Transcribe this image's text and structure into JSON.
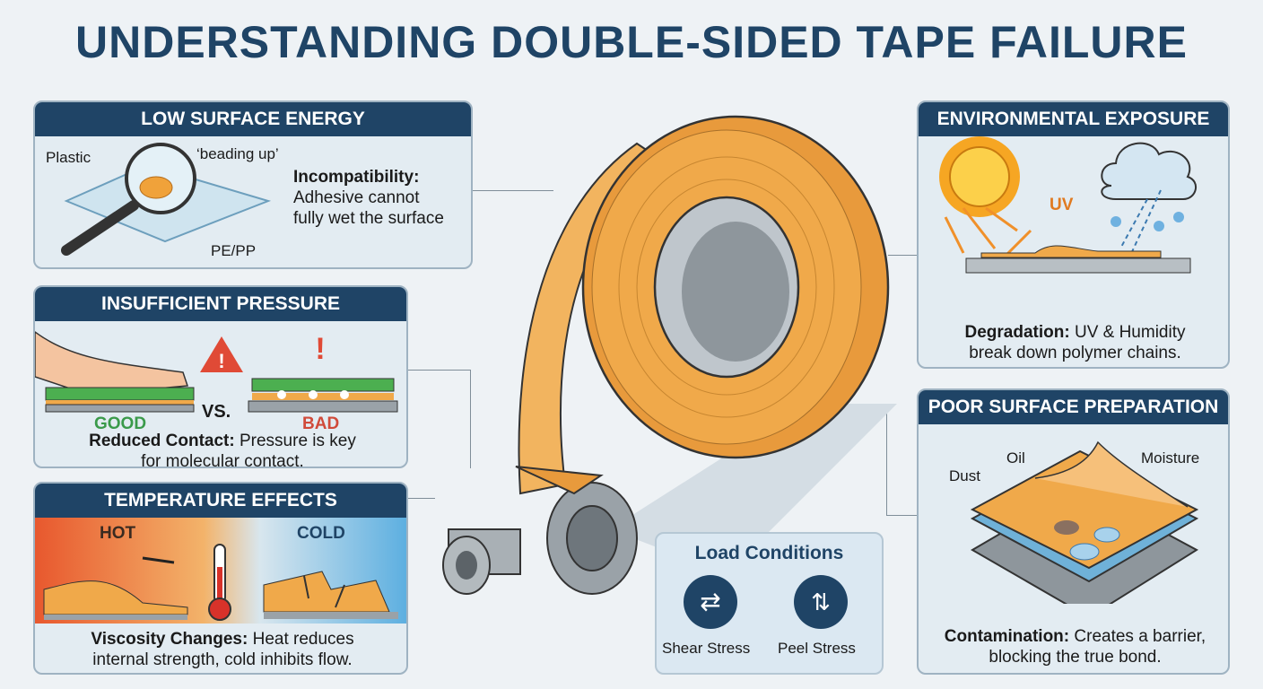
{
  "title": "UNDERSTANDING DOUBLE-SIDED TAPE FAILURE",
  "panels": {
    "low_surface": {
      "heading": "LOW SURFACE ENERGY",
      "labels": {
        "plastic": "Plastic",
        "beading": "‘beading up’",
        "pepp": "PE/PP"
      },
      "bold": "Incompatibility:",
      "text1": "Adhesive cannot",
      "text2": "fully wet the surface"
    },
    "pressure": {
      "heading": "INSUFFICIENT PRESSURE",
      "vs": "VS.",
      "good": "GOOD",
      "bad": "BAD",
      "bold": "Reduced Contact:",
      "text1": " Pressure is key",
      "text2": "for molecular contact."
    },
    "temperature": {
      "heading": "TEMPERATURE EFFECTS",
      "hot": "HOT",
      "cold": "COLD",
      "bold": "Viscosity Changes:",
      "text1": " Heat reduces",
      "text2": "internal strength, cold inhibits flow."
    },
    "environment": {
      "heading": "ENVIRONMENTAL EXPOSURE",
      "uv": "UV",
      "bold": "Degradation:",
      "text1": " UV & Humidity",
      "text2": "break down polymer chains."
    },
    "surface_prep": {
      "heading": "POOR SURFACE PREPARATION",
      "labels": {
        "dust": "Dust",
        "oil": "Oil",
        "moisture": "Moisture"
      },
      "bold": "Contamination:",
      "text1": " Creates a barrier,",
      "text2": "blocking the true bond."
    }
  },
  "load": {
    "heading": "Load Conditions",
    "shear": "Shear Stress",
    "peel": "Peel Stress"
  },
  "colors": {
    "navy": "#1f4466",
    "tape": "#f0a94a",
    "good": "#3a9a4a",
    "bad": "#d04a3a"
  }
}
